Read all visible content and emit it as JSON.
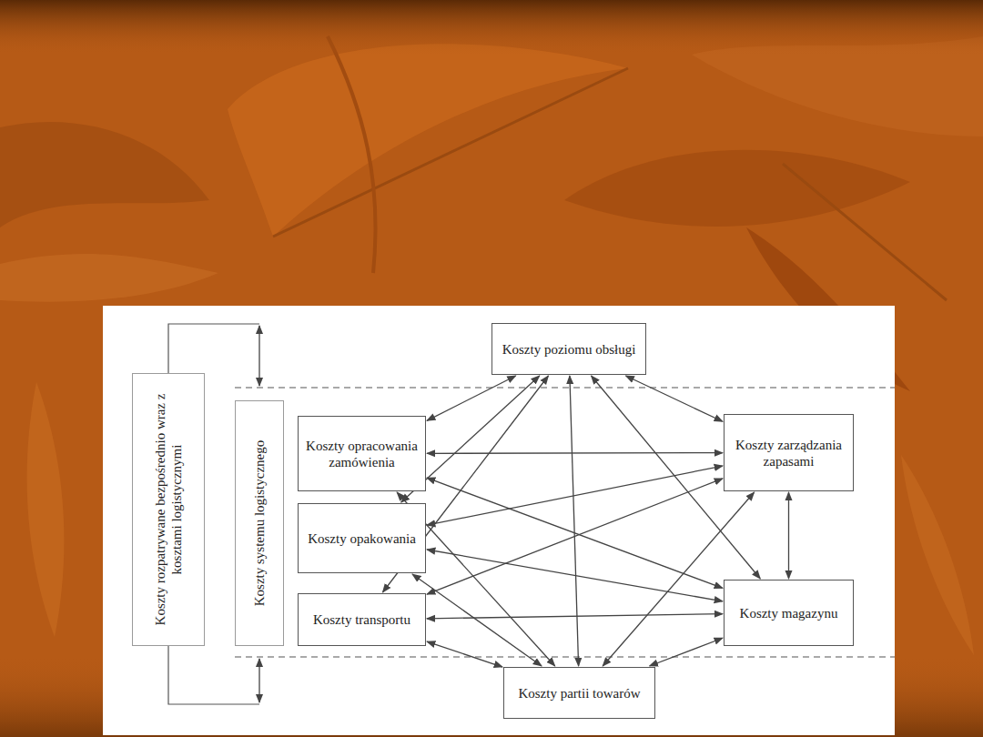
{
  "diagram": {
    "nodes": [
      {
        "text": [
          "Koszty rozpatrywane bezpośrednio wraz z kosztami logistycznymi"
        ]
      },
      {
        "text": [
          "Koszty systemu logistycznego"
        ]
      },
      {
        "text": [
          "Koszty poziomu obsługi"
        ]
      },
      {
        "text": [
          "Koszty opracowania zamówienia"
        ]
      },
      {
        "text": [
          "Koszty opakowania"
        ]
      },
      {
        "text": [
          "Koszty transportu"
        ]
      },
      {
        "text": [
          "Koszty zarządzania zapasami"
        ]
      },
      {
        "text": [
          "Koszty magazynu"
        ]
      },
      {
        "text": [
          "Koszty partii towarów"
        ]
      }
    ],
    "edges": [
      {
        "from": 2,
        "to": 3,
        "arrow": "both"
      },
      {
        "from": 2,
        "to": 6,
        "arrow": "both"
      },
      {
        "from": 2,
        "to": 4,
        "arrow": "both"
      },
      {
        "from": 2,
        "to": 5,
        "arrow": "both"
      },
      {
        "from": 2,
        "to": 8,
        "arrow": "both"
      },
      {
        "from": 2,
        "to": 7,
        "arrow": "both"
      },
      {
        "from": 3,
        "to": 6,
        "arrow": "both"
      },
      {
        "from": 3,
        "to": 7,
        "arrow": "both"
      },
      {
        "from": 3,
        "to": 8,
        "arrow": "both"
      },
      {
        "from": 4,
        "to": 6,
        "arrow": "both"
      },
      {
        "from": 4,
        "to": 7,
        "arrow": "both"
      },
      {
        "from": 4,
        "to": 8,
        "arrow": "both"
      },
      {
        "from": 5,
        "to": 6,
        "arrow": "both"
      },
      {
        "from": 5,
        "to": 7,
        "arrow": "both"
      },
      {
        "from": 5,
        "to": 8,
        "arrow": "both"
      },
      {
        "from": 6,
        "to": 7,
        "arrow": "both"
      },
      {
        "from": 6,
        "to": 8,
        "arrow": "both"
      },
      {
        "from": 7,
        "to": 8,
        "arrow": "both"
      }
    ]
  }
}
